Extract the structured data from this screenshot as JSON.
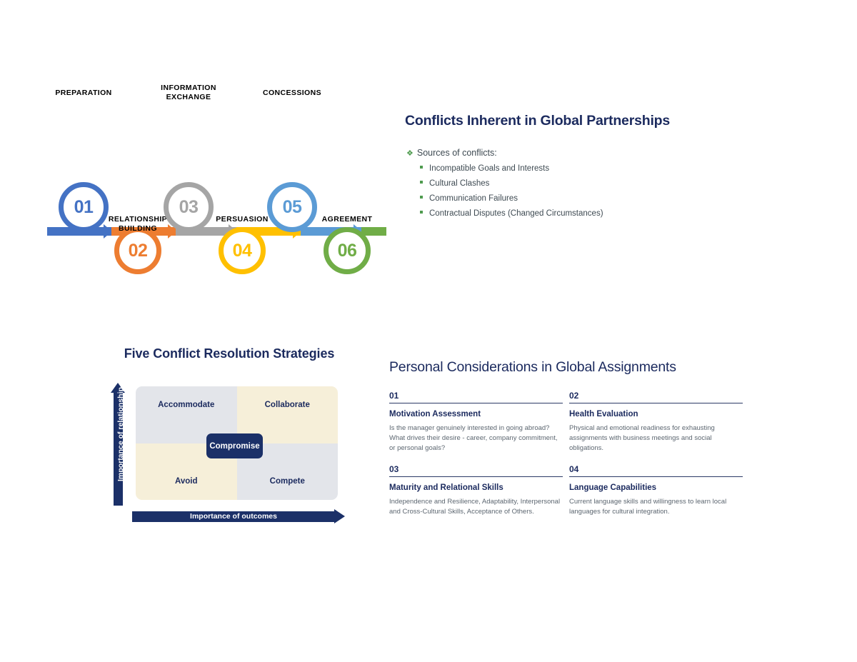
{
  "timeline": {
    "steps": [
      {
        "number": "01",
        "label": "PREPARATION",
        "color": "#4472C4",
        "position": "up"
      },
      {
        "number": "02",
        "label": "RELATIONSHIP\nBUILDING",
        "color": "#ED7D31",
        "position": "down"
      },
      {
        "number": "03",
        "label": "INFORMATION\nEXCHANGE",
        "color": "#A5A5A5",
        "position": "up"
      },
      {
        "number": "04",
        "label": "PERSUASION",
        "color": "#FFC000",
        "position": "down"
      },
      {
        "number": "05",
        "label": "CONCESSIONS",
        "color": "#5B9BD5",
        "position": "up"
      },
      {
        "number": "06",
        "label": "AGREEMENT",
        "color": "#70AD47",
        "position": "down"
      }
    ]
  },
  "conflicts": {
    "title": "Conflicts Inherent in Global Partnerships",
    "section_label": "Sources of conflicts:",
    "diamond_marker": "❖",
    "items": [
      "Incompatible Goals and Interests",
      "Cultural Clashes",
      "Communication Failures",
      "Contractual Disputes (Changed Circumstances)"
    ],
    "accent_color": "#4E9B4E",
    "title_color": "#1B2A5E"
  },
  "matrix": {
    "title": "Five Conflict Resolution Strategies",
    "y_axis_label": "Importance of relationship",
    "x_axis_label": "Importance of outcomes",
    "quadrants": {
      "top_left": "Accommodate",
      "top_right": "Collaborate",
      "bottom_left": "Avoid",
      "bottom_right": "Compete"
    },
    "center": "Compromise",
    "colors": {
      "gray": "#E3E5EA",
      "cream": "#F6EFD9",
      "navy": "#1B3068"
    }
  },
  "considerations": {
    "title": "Personal Considerations in Global Assignments",
    "items": [
      {
        "number": "01",
        "heading": "Motivation Assessment",
        "body": "Is the manager genuinely interested in going abroad? What drives their desire - career, company commitment, or personal goals?"
      },
      {
        "number": "02",
        "heading": "Health Evaluation",
        "body": "Physical and emotional readiness for exhausting assignments with business meetings and social obligations."
      },
      {
        "number": "03",
        "heading": "Maturity and Relational Skills",
        "body": "Independence and Resilience, Adaptability, Interpersonal and Cross-Cultural Skills, Acceptance of Others."
      },
      {
        "number": "04",
        "heading": "Language Capabilities",
        "body": "Current language skills and willingness to learn local languages for cultural integration."
      }
    ]
  }
}
